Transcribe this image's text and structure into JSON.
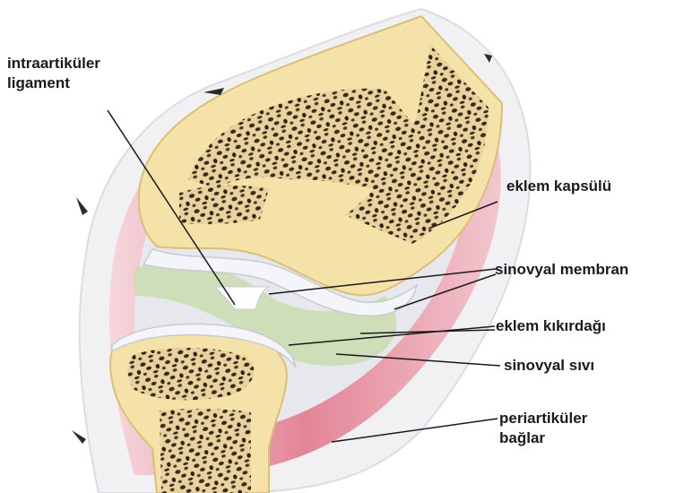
{
  "labels": {
    "intraarticular_line1": "intraartiküler",
    "intraarticular_line2": "ligament",
    "capsule": "eklem kapsülü",
    "synovial_membrane": "sinovyal membran",
    "cartilage": "eklem kıkırdağı",
    "synovial_fluid": "sinovyal sıvı",
    "periarticular_line1": "periartiküler",
    "periarticular_line2": "bağlar"
  },
  "colors": {
    "bone_cortex": "#f2dfa0",
    "bone_edge": "#d9bf78",
    "marrow_bg": "#e9d3a0",
    "marrow_spots": "#3a2a1e",
    "capsule_pink": "#e58a9a",
    "capsule_light": "#f3c7cf",
    "membrane_grey": "#d8d8e0",
    "cartilage_white": "#eef0f4",
    "fluid_green": "#b9d39a",
    "leader_line": "#1a1a1a"
  }
}
